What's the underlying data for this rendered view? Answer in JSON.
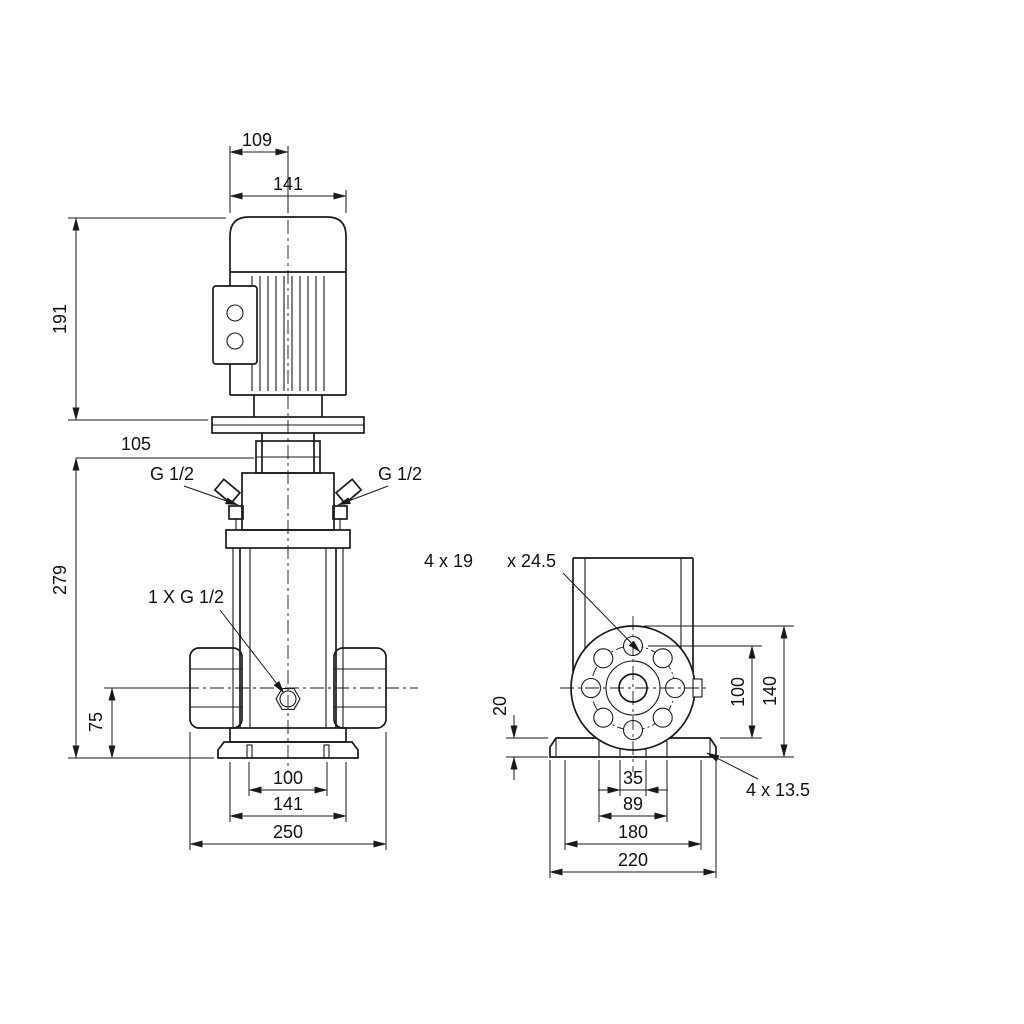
{
  "front_view": {
    "dims": {
      "top_depth": "109",
      "motor_width": "141",
      "motor_height": "191",
      "clearance": "105",
      "pump_height": "279",
      "port_height": "75",
      "foot_hole_spacing": "100",
      "base_width": "141",
      "overall_width": "250"
    },
    "labels": {
      "port_left": "G 1/2",
      "port_right": "G 1/2",
      "drain": "1 X G 1/2"
    }
  },
  "side_view": {
    "dims": {
      "base_height": "20",
      "bolt_circle_height": "100",
      "flange_top_height": "140",
      "hole_spacing_inner": "35",
      "hole_spacing_mid": "89",
      "hole_spacing_outer": "180",
      "base_length": "220"
    },
    "labels": {
      "flange_holes": "4 x 19",
      "flange_holes_counterbore": "x 24.5",
      "base_holes": "4 x 13.5"
    }
  },
  "colors": {
    "line": "#1a1a1a",
    "background": "#ffffff"
  }
}
